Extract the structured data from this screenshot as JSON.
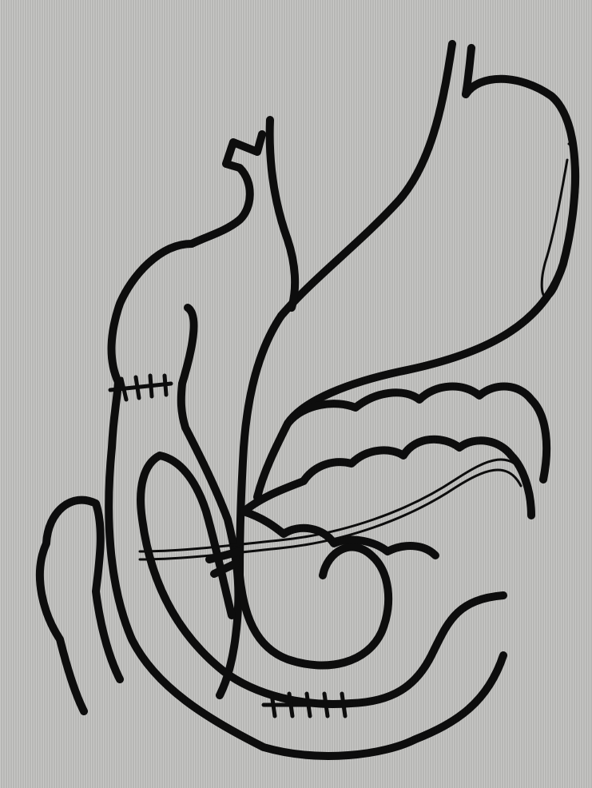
{
  "colors": {
    "background": "#c2c2c0",
    "ink": "#0d0d0d"
  },
  "figure": {
    "kind": "anatomical line drawing",
    "parts": [
      "stomach",
      "esophagus",
      "duodenal-stump",
      "jejunal-loops",
      "colon",
      "pancreas",
      "spleen",
      "staple-lines"
    ]
  }
}
